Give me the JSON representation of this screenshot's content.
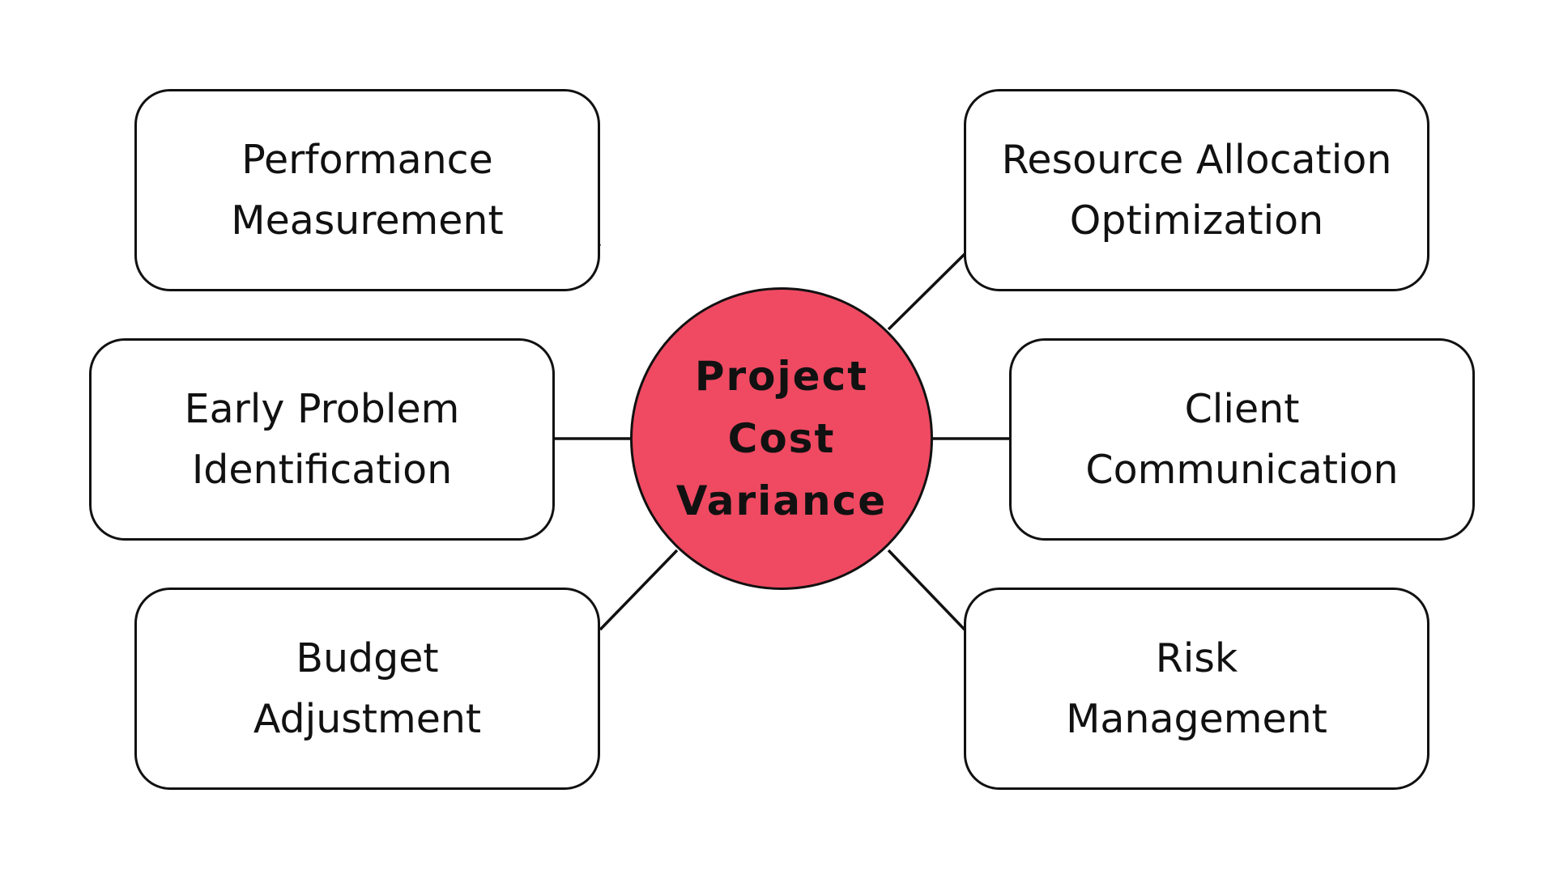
{
  "center": {
    "lines": [
      "Project",
      "Cost",
      "Variance"
    ],
    "fill_color": "#ef4a62"
  },
  "nodes": [
    {
      "id": "performance",
      "lines": [
        "Performance",
        "Measurement"
      ]
    },
    {
      "id": "early",
      "lines": [
        "Early Problem",
        "Identification"
      ]
    },
    {
      "id": "budget",
      "lines": [
        "Budget",
        "Adjustment"
      ]
    },
    {
      "id": "resource",
      "lines": [
        "Resource Allocation",
        "Optimization"
      ]
    },
    {
      "id": "client",
      "lines": [
        "Client",
        "Communication"
      ]
    },
    {
      "id": "risk",
      "lines": [
        "Risk",
        "Management"
      ]
    }
  ]
}
